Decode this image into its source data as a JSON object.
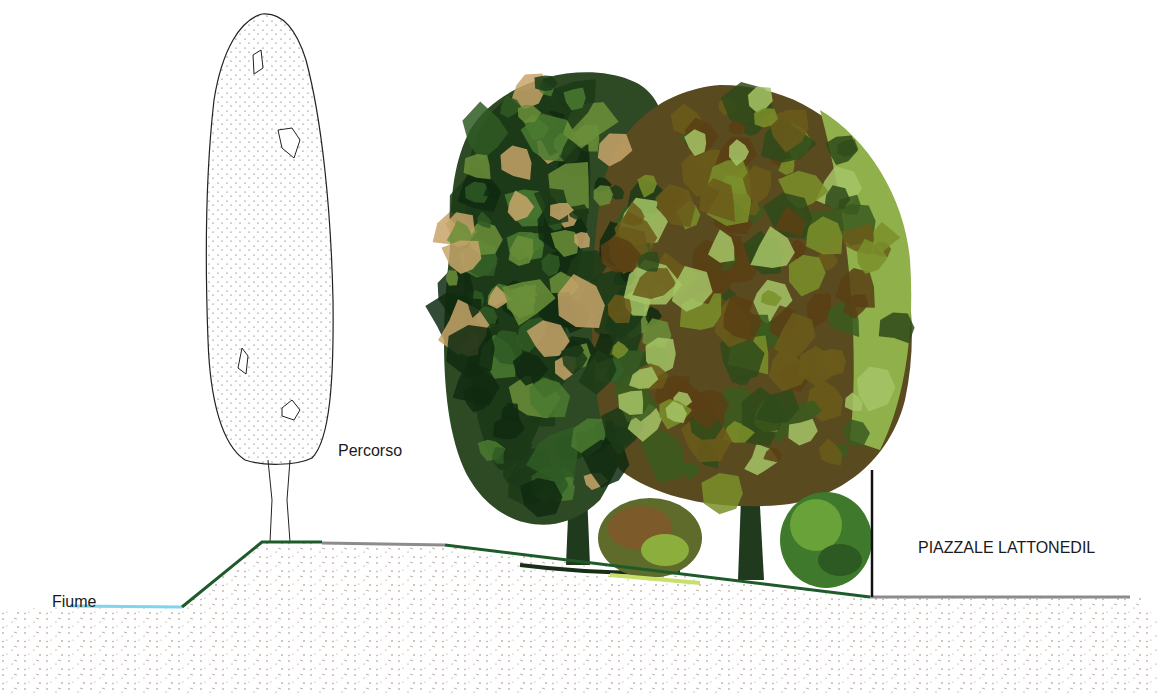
{
  "diagram": {
    "labels": [
      "Fiume",
      "Percorso",
      "PIAZZALE LATTONEDIL"
    ]
  }
}
